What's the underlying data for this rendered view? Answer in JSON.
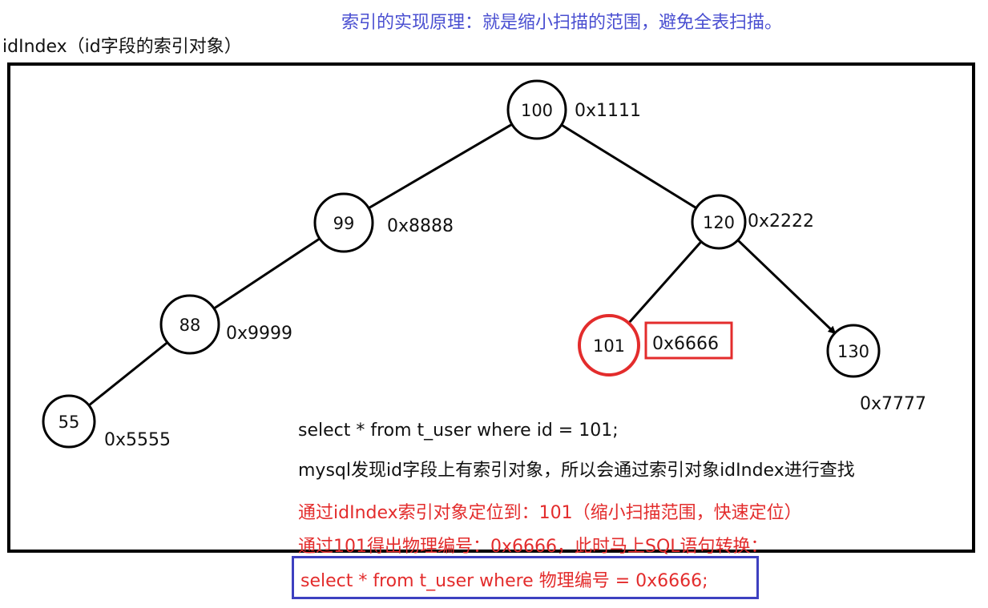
{
  "heading": "索引的实现原理：就是缩小扫描的范围，避免全表扫描。",
  "index_title": "idIndex（id字段的索引对象）",
  "tree": {
    "nodes": [
      {
        "key": "100",
        "address": "0x1111"
      },
      {
        "key": "99",
        "address": "0x8888"
      },
      {
        "key": "120",
        "address": "0x2222"
      },
      {
        "key": "88",
        "address": "0x9999"
      },
      {
        "key": "101",
        "address": "0x6666",
        "highlighted": true
      },
      {
        "key": "130",
        "address": "0x7777"
      },
      {
        "key": "55",
        "address": "0x5555"
      }
    ],
    "edges": [
      [
        "100",
        "99"
      ],
      [
        "100",
        "120"
      ],
      [
        "99",
        "88"
      ],
      [
        "88",
        "55"
      ],
      [
        "120",
        "101"
      ],
      [
        "120",
        "130"
      ]
    ]
  },
  "notes": {
    "query": "select * from t_user where id = 101;",
    "line1": "mysql发现id字段上有索引对象，所以会通过索引对象idIndex进行查找",
    "line2": "通过idIndex索引对象定位到：101（缩小扫描范围，快速定位）",
    "line3": "通过101得出物理编号：0x6666，此时马上SQL语句转换：",
    "final_sql": "select * from t_user where 物理编号 = 0x6666;"
  },
  "colors": {
    "heading": "#4a4fd1",
    "highlight": "#e32c2c",
    "final_box": "#3d40c0",
    "ink": "#111111"
  }
}
